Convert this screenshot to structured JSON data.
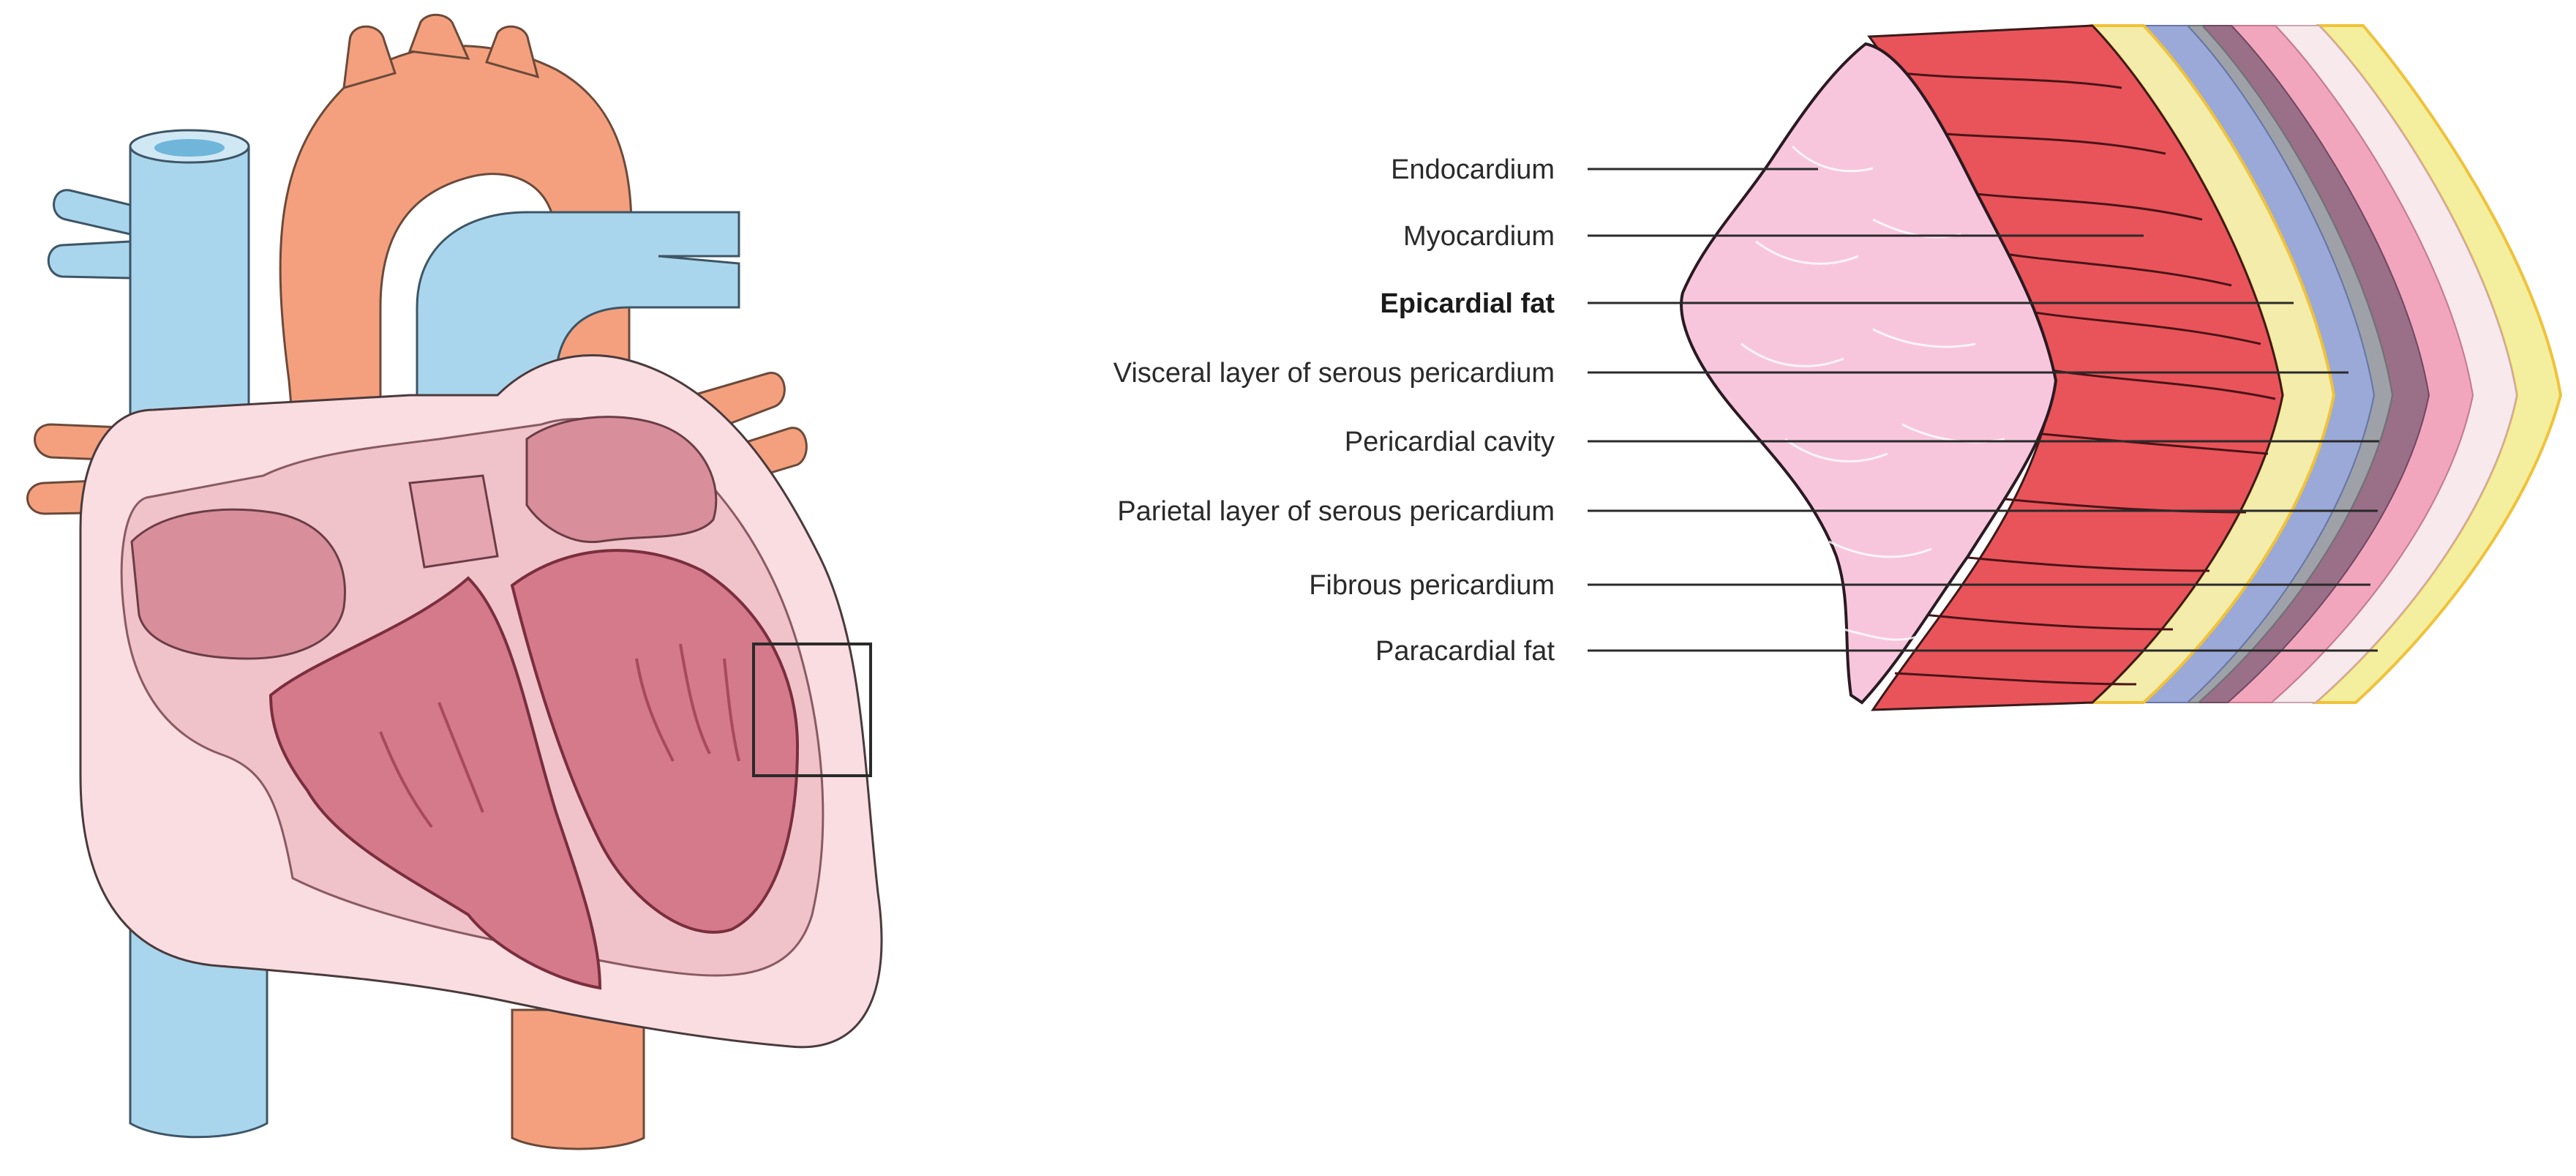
{
  "figure": {
    "layers": [
      {
        "id": "endocardium",
        "label": "Endocardium",
        "emphasis": false
      },
      {
        "id": "myocardium",
        "label": "Myocardium",
        "emphasis": false
      },
      {
        "id": "epicardial-fat",
        "label": "Epicardial fat",
        "emphasis": true
      },
      {
        "id": "visceral-layer",
        "label": "Visceral layer of serous pericardium",
        "emphasis": false
      },
      {
        "id": "pericardial-cavity",
        "label": "Pericardial cavity",
        "emphasis": false
      },
      {
        "id": "parietal-layer",
        "label": "Parietal layer of serous pericardium",
        "emphasis": false
      },
      {
        "id": "fibrous-pericardium",
        "label": "Fibrous pericardium",
        "emphasis": false
      },
      {
        "id": "paracardial-fat",
        "label": "Paracardial fat",
        "emphasis": false
      }
    ]
  },
  "colors": {
    "vein_blue": "#a9d6ec",
    "artery_orange": "#f4a07e",
    "heart_outer": "#f9dde0",
    "heart_wall": "#efc3c9",
    "chamber": "#d47a8b",
    "endocardium": "#f7c6dd",
    "myocardium": "#e8545a",
    "epicardial_fat": "#f3ecaa",
    "visceral_layer": "#9aa9d8",
    "pericardial_cavity": "#9ea2a8",
    "parietal_layer": "#9a6f88",
    "fibrous_pericardium": "#f2a6bd",
    "paracardial_fat": "#f4ef9e",
    "fat_border": "#f0c23a"
  }
}
